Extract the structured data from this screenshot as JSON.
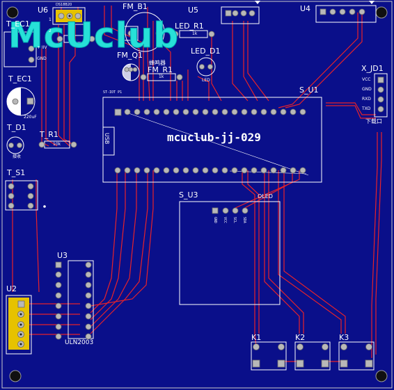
{
  "board": {
    "logo_text": "McUclub",
    "title_text": "mcuclub-jj-029",
    "colors": {
      "board": "#0a0f8a",
      "trace": "#e8222a",
      "silk": "#ffffff",
      "pad": "#b8b8b8",
      "logo": "#27e0d8"
    }
  },
  "components": {
    "u6": "U6",
    "u6_part": "DS18B20",
    "u6_pins": [
      "1",
      "2"
    ],
    "t_ec1_top": "T_EC1",
    "t_ec1_top_notes": [
      "+ IIV",
      "GND"
    ],
    "fm_b1": "FM_B1",
    "fm_q1": "FM_Q1",
    "fm_r1": "FM_R1",
    "fm_r1_val": "1k",
    "fm_q1_note": "蜂鸣器",
    "u5": "U5",
    "led_r1": "LED_R1",
    "led_r1_val": "1k",
    "led_d1": "LED_D1",
    "led_d1_note": "LED",
    "u4": "U4",
    "t_ec1": "T_EC1",
    "t_ec1_val": "220uF",
    "t_d1": "T_D1",
    "t_d1_note": "接收",
    "t_r1": "T_R1",
    "t_r1_val": "10k",
    "t_s1": "T_S1",
    "s_u1": "S_U1",
    "s_u1_usb": "USB",
    "s_u1_small": "ST-IOT P1",
    "x_jd1": "X_JD1",
    "x_jd1_pins": [
      "VCC",
      "GND",
      "RXD",
      "TXD"
    ],
    "x_jd1_note": "下载口",
    "s_u3": "S_U3",
    "oled": "OLED",
    "oled_pins": [
      "GND",
      "VCC",
      "SCL",
      "SDA"
    ],
    "u3": "U3",
    "uln": "ULN2003",
    "u2": "U2",
    "k1": "K1",
    "k2": "K2",
    "k3": "K3"
  }
}
